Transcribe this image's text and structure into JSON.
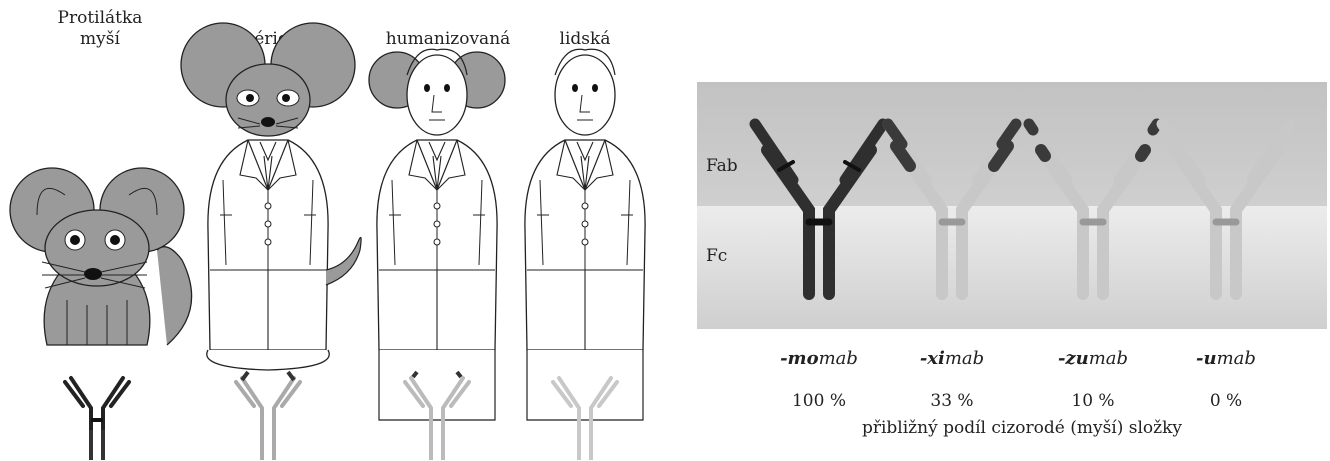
{
  "left": {
    "labels": {
      "mouse_line1": "Protilátka",
      "mouse_line2": "myší",
      "chimeric": "chimérická",
      "humanized": "humanizovaná",
      "human": "lidská"
    }
  },
  "right": {
    "region_labels": {
      "fab": "Fab",
      "fc": "Fc"
    },
    "suffixes": [
      {
        "bold": "-mo",
        "rest": "mab"
      },
      {
        "bold": "-xi",
        "rest": "mab"
      },
      {
        "bold": "-zu",
        "rest": "mab"
      },
      {
        "bold": "-u",
        "rest": "mab"
      }
    ],
    "percentages": [
      "100 %",
      "33 %",
      "10 %",
      "0 %"
    ],
    "caption": "přibližný podíl cizorodé (myší) složky"
  },
  "colors": {
    "mouse_gray": "#9a9a9a",
    "dark_chain": "#3a3a3a",
    "light_chain": "#c8c8c8",
    "fab_band": "#c9c9c9",
    "fc_band": "#dedede"
  }
}
